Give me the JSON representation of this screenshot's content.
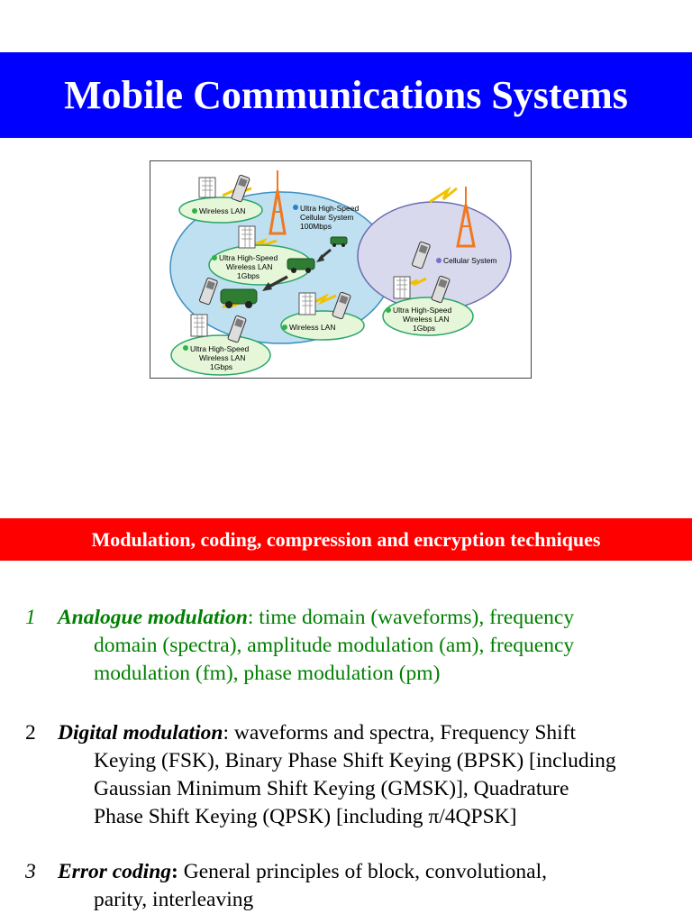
{
  "title": "Mobile Communications Systems",
  "figure": {
    "labels": {
      "wireless_lan_top": "Wireless LAN",
      "cellular_100_l1": "Ultra High-Speed",
      "cellular_100_l2": "Cellular System",
      "cellular_100_l3": "100Mbps",
      "uhs_lan_mid_l1": "Ultra High-Speed",
      "uhs_lan_mid_l2": "Wireless LAN",
      "uhs_lan_mid_l3": "1Gbps",
      "cellular_system": "Cellular System",
      "uhs_lan_right_l1": "Ultra High-Speed",
      "uhs_lan_right_l2": "Wireless LAN",
      "uhs_lan_right_l3": "1Gbps",
      "wireless_lan_bottom": "Wireless LAN",
      "uhs_lan_bottom_l1": "Ultra High-Speed",
      "uhs_lan_bottom_l2": "Wireless LAN",
      "uhs_lan_bottom_l3": "1Gbps"
    },
    "colors": {
      "main_cell": "#bfe0f0",
      "cellular_cell": "#d9d9ee",
      "lan_cell": "#e6f7d9",
      "lan_border": "#2aa56a",
      "dot_green": "#2db34a",
      "dot_blue": "#2a7fd0",
      "dot_purple": "#7a6fc9",
      "tower": "#f07820",
      "car": "#2e7d32"
    }
  },
  "section_title": "Modulation, coding, compression and encryption techniques",
  "items": [
    {
      "number": "1",
      "heading": "Analogue modulation",
      "line1_rest": ": time domain (waveforms), frequency",
      "line2": "domain (spectra), amplitude modulation (am), frequency",
      "line3": "modulation (fm), phase modulation (pm)"
    },
    {
      "number": "2",
      "heading": "Digital modulation",
      "line1_rest": ": waveforms and spectra, Frequency Shift",
      "line2": "Keying (FSK), Binary Phase Shift Keying (BPSK) [including",
      "line3": "Gaussian Minimum Shift Keying (GMSK)], Quadrature",
      "line4": "Phase Shift Keying (QPSK) [including π/4QPSK]"
    },
    {
      "number": "3",
      "heading": "Error coding",
      "colon": ":",
      "line1_rest": " General principles of block, convolutional,",
      "line2": "parity,  interleaving"
    }
  ]
}
